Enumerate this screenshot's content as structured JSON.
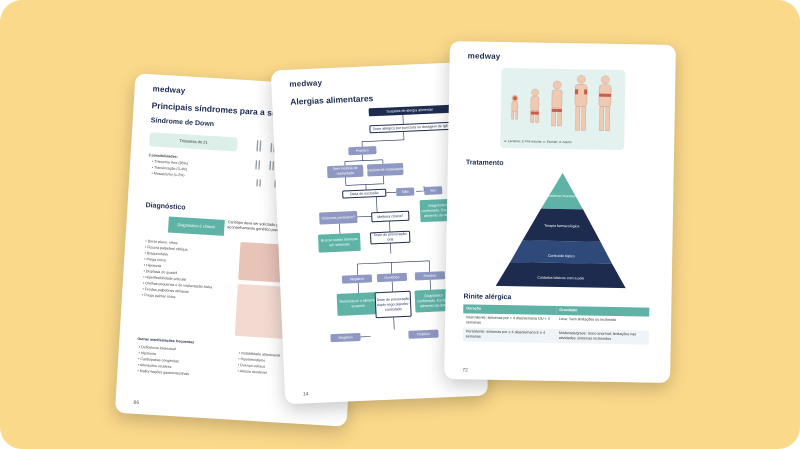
{
  "brand": "medway",
  "page_left": {
    "title": "Principais síndromes para a sua prova",
    "subtitle": "Síndrome de Down",
    "pill": "Trissomia do 21",
    "possibilities_title": "3 possibilidades:",
    "possibilities": [
      "Trissomia livre (95%)",
      "Translocação (3-4%)",
      "Mosaicismo (1-2%)"
    ],
    "diagnosis_title": "Diagnóstico",
    "teal_box": "Diagnóstico é clínico!",
    "teal_text": "Cariótipo deve ser solicitado para confirmação e aconselhamento genético para o diagnóstico",
    "signs": [
      "Dorso plano, olhos",
      "Fissura palpebral oblíqua",
      "Braquicefalia",
      "Prega única",
      "Hipotonia",
      "Displasia do quadril",
      "Hiperflexibilidade articular",
      "Orelhas pequenas e de implantação baixa",
      "Fendas palpebrais oblíquas",
      "Prega palmar única"
    ],
    "other_title": "Outras manifestações frequentes",
    "other_left": [
      "Deficiência intelectual",
      "Hipotonia",
      "Cardiopatias congênitas",
      "Alterações oculares",
      "Malformações gastrointestinais"
    ],
    "other_right": [
      "Instabilidade atlantoaxial",
      "Hipotireoidismo",
      "Doença celíaca",
      "Atresia duodenal"
    ],
    "page_number": "86"
  },
  "page_middle": {
    "title": "Alergias alimentares",
    "nodes": {
      "suspeita": "Suspeita de alergia alimentar",
      "teste": "Teste alérgico por punctura ou dosagem de IgE",
      "positivo": "Positivo",
      "sem_historia": "Sem história de reatividade",
      "historia": "História de reatividade",
      "dieta": "Dieta de exclusão",
      "nao": "Não",
      "sim": "Sim",
      "diag_conf": "Diagnóstico confirmado. Excluir o alimento da dieta.",
      "sintomas": "Sintomas persistem?",
      "melhora": "Melhora clínica?",
      "buscar": "Buscar outras doenças em sintomas",
      "teste_prov": "Teste de provocação oral",
      "negativo": "Negativo",
      "duvidoso": "Duvidoso",
      "positivo2": "Positivo",
      "reintroduzir": "Reintroduzir o alimento suspeito",
      "duplo_cego": "Teste de provocação duplo-cego placebo-controlado",
      "diag_conf2": "Diagnóstico confirmado. Excluir o alimento da dieta.",
      "negativo2": "Negativo",
      "positivo3": "Positivo"
    },
    "page_number": "14"
  },
  "page_right": {
    "figure_caption": "a: Lactente; b: Pré-escolar; c: Escolar; d: Adulto",
    "treatment_title": "Tratamento",
    "pyramid": {
      "top": "Considerar imunoterapia",
      "middle": "Terapia farmacológica",
      "lower": "Corticoide tópico",
      "base": "Cuidados básicos com a pele"
    },
    "rinite_title": "Rinite alérgica",
    "table": {
      "headers": [
        "Duração",
        "Gravidade"
      ],
      "rows": [
        [
          "Intermitente: sintomas por < 4 dias/semana OU < 4 semanas",
          "Leve: Sem limitações ou incômodo"
        ],
        [
          "Persistente: sintomas por ≥ 4 dias/semana E ≥ 4 semanas",
          "Moderada/grave: Sono anormal; limitações nas atividades; sintomas incômodos"
        ]
      ]
    },
    "page_number": "72"
  },
  "colors": {
    "background": "#fbd98b",
    "navy": "#1d2b4f",
    "teal": "#5fb3a6",
    "lavender": "#8e98c2"
  }
}
